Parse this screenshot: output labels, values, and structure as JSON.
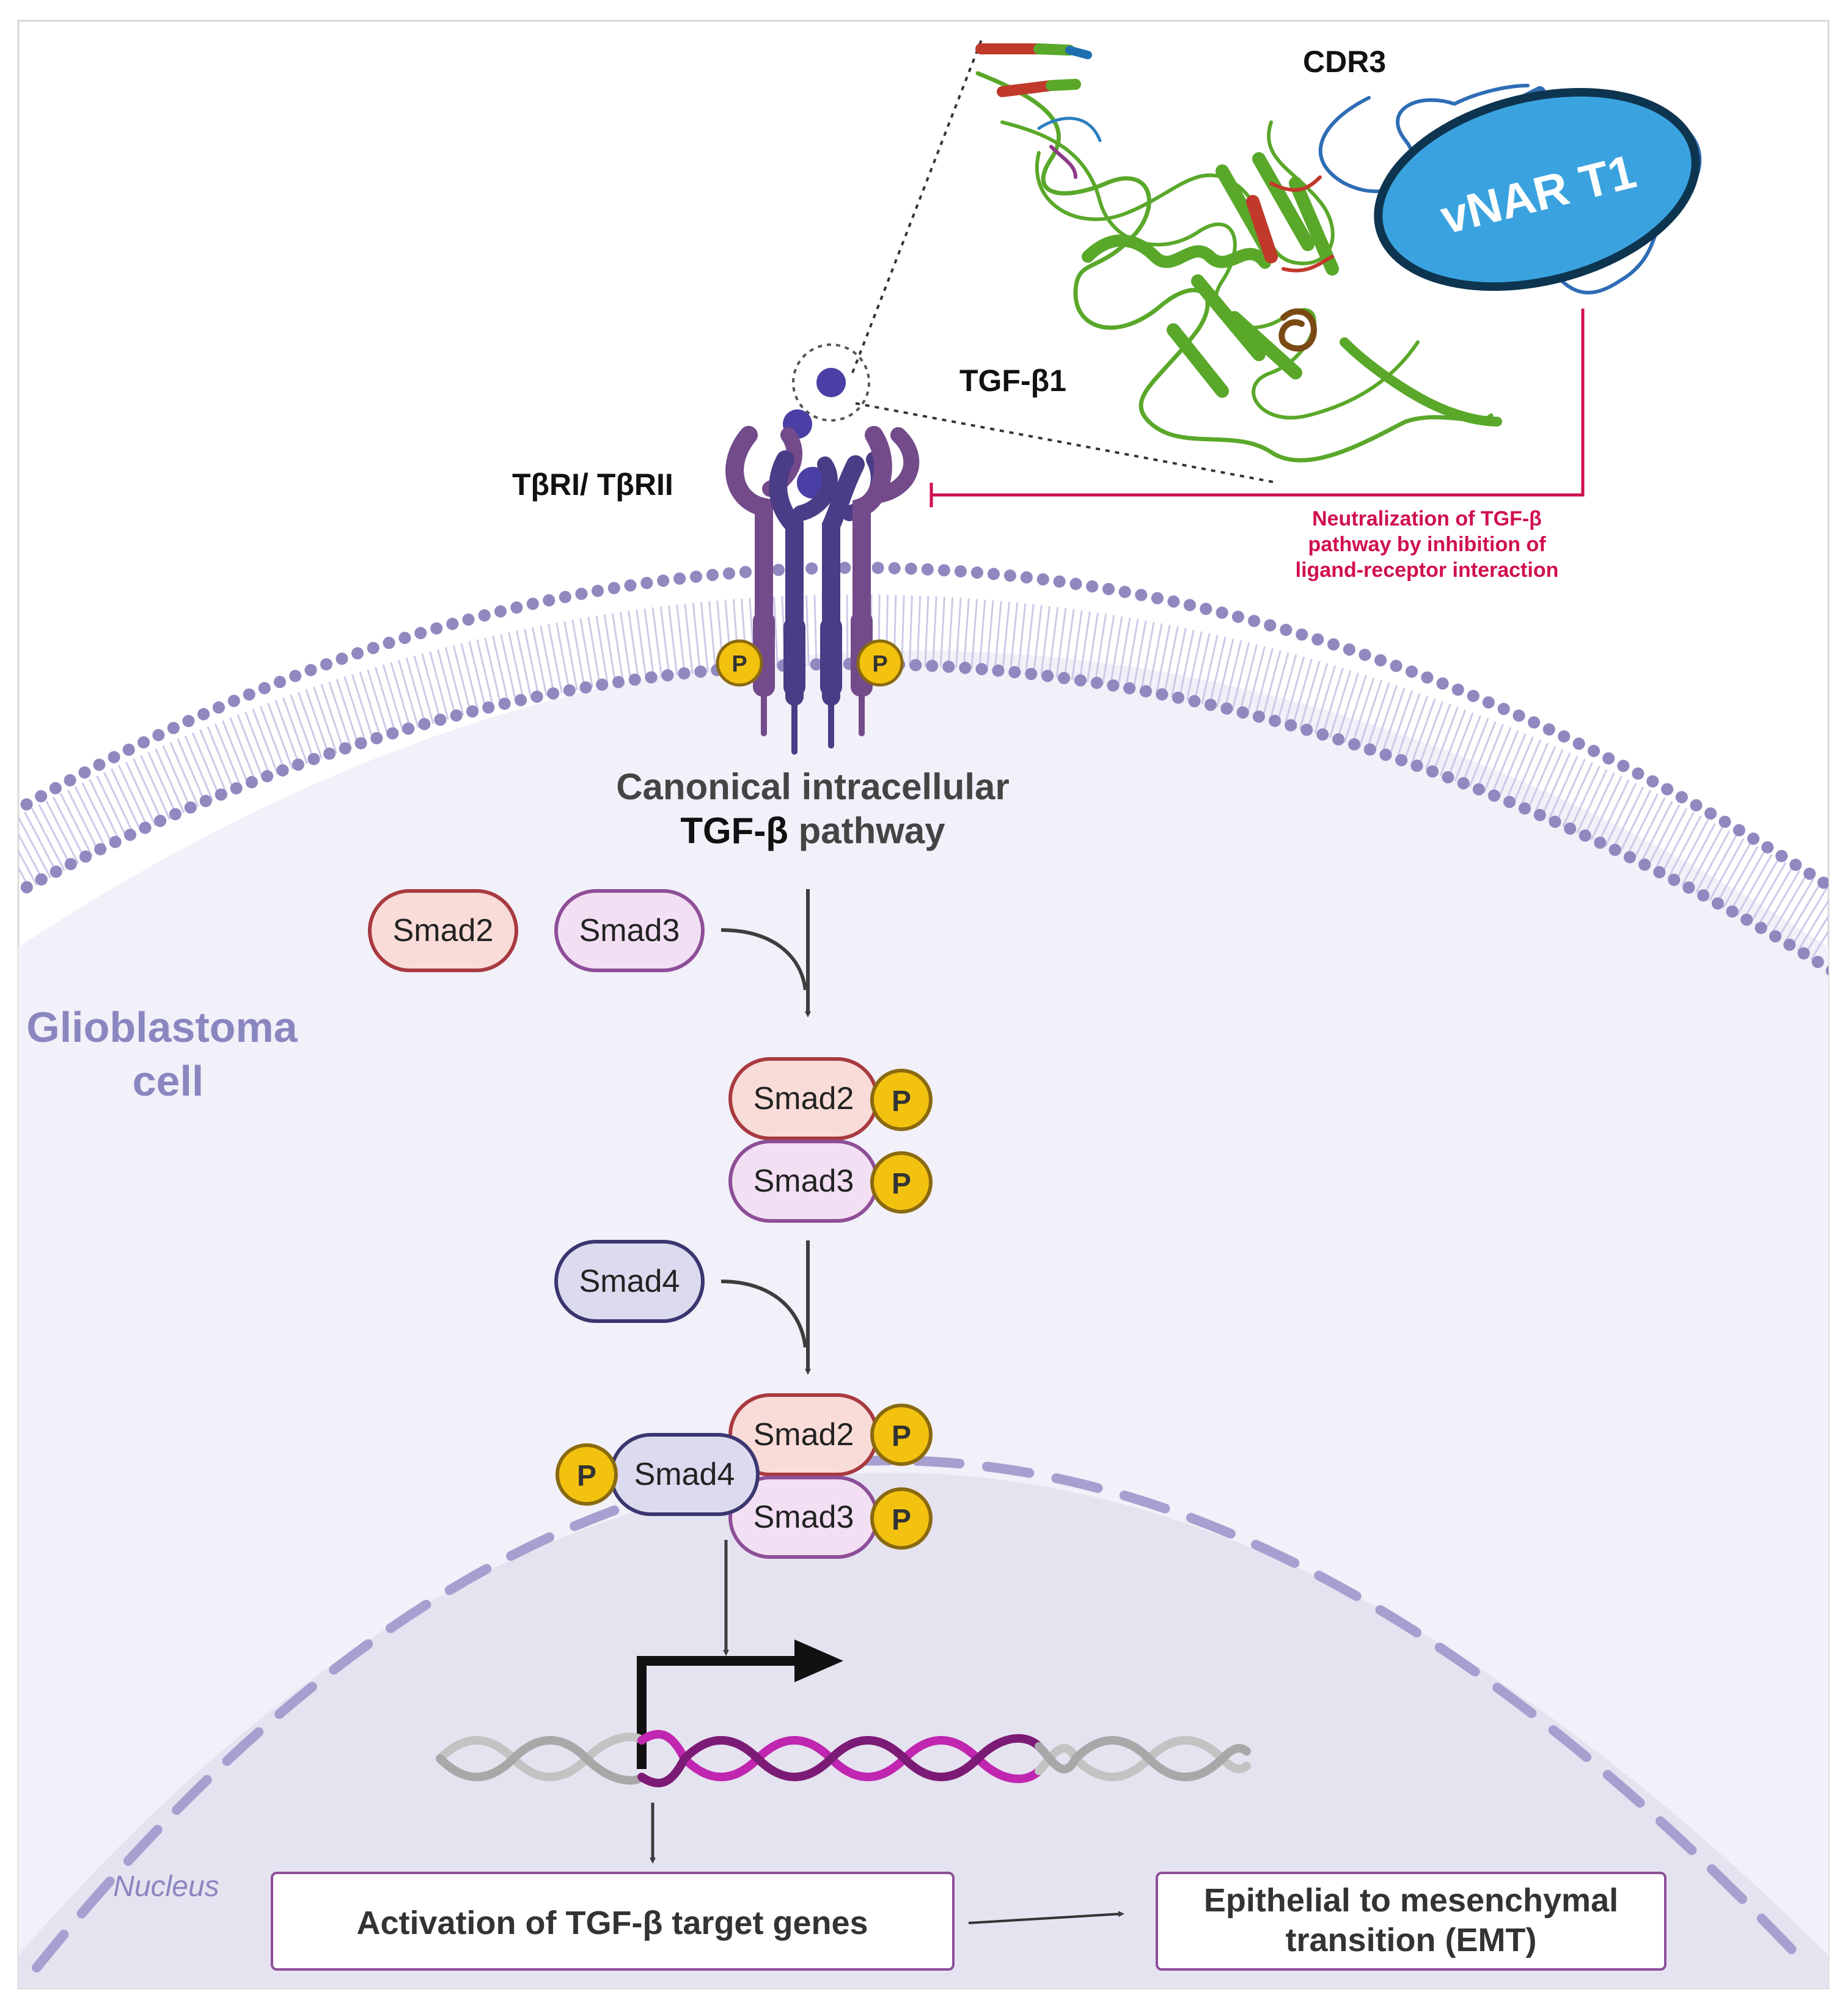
{
  "labels": {
    "cdr3": "CDR3",
    "vnar": "vNAR T1",
    "tgfb1": "TGF-β1",
    "receptor": "TβRI/ TβRII",
    "neutralization": [
      "Neutralization of TGF-β",
      "pathway by inhibition of",
      "ligand-receptor interaction"
    ],
    "pathway_line1": "Canonical intracellular",
    "pathway_line2_bold": "TGF-β",
    "pathway_line2_rest": " pathway",
    "cell": [
      "Glioblastoma",
      "cell"
    ],
    "nucleus": "Nucleus",
    "phospho": "P",
    "smad2": "Smad2",
    "smad3": "Smad3",
    "smad4": "Smad4",
    "activation": "Activation of TGF-β target genes",
    "emt": [
      "Epithelial to mesenchymal",
      "transition (EMT)"
    ]
  },
  "colors": {
    "cytoplasm": "#f2f0f8",
    "membrane_head": "#9089c0",
    "receptor_dark": "#4a3c86",
    "receptor_light": "#734a8a",
    "ligand": "#4a3fa5",
    "smad2_fill": "#f9dcd8",
    "smad2_stroke": "#a83a40",
    "smad3_fill": "#f3dff3",
    "smad3_stroke": "#8e4e98",
    "smad4_fill": "#dcdaee",
    "smad4_stroke": "#3a3670",
    "phospho_fill": "#f2c20f",
    "phospho_stroke": "#8a6a10",
    "inhibition": "#d0104c",
    "vnar_fill": "#3aa3df",
    "vnar_stroke": "#0e3550",
    "protein_green": "#5aa82a",
    "dna_grey": "#c3c3c3",
    "dna_magenta": "#c026b0",
    "dna_purple": "#7c1b76",
    "label_purple": "#8a86c0"
  }
}
